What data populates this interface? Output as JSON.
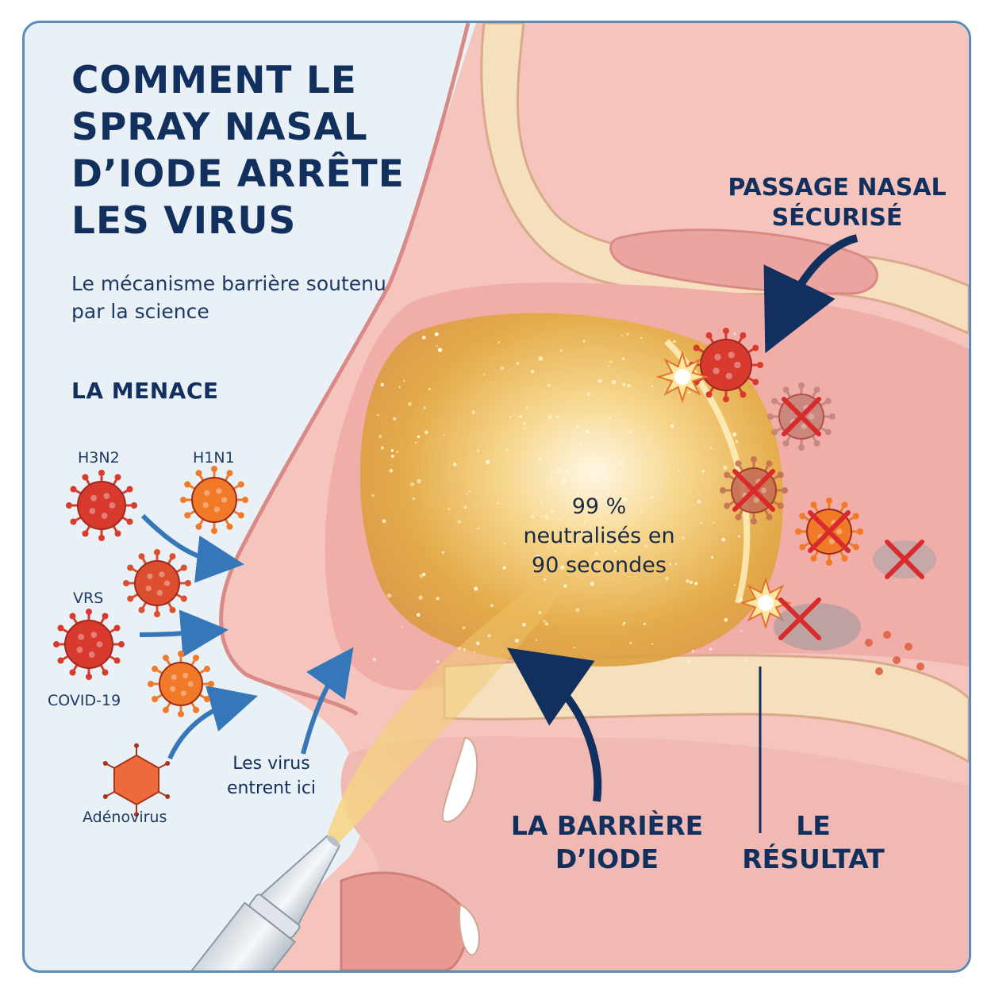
{
  "title": "COMMENT LE SPRAY NASAL D’IODE ARRÊTE LES VIRUS",
  "subtitle": "Le mécanisme barrière soutenu par la science",
  "threat_heading": "LA MENACE",
  "viruses": {
    "h3n2": "H3N2",
    "h1n1": "H1N1",
    "vrs": "VRS",
    "covid": "COVID-19",
    "adeno": "Adénovirus"
  },
  "entry_label": "Les virus entrent ici",
  "stat": {
    "percent": "99 %",
    "line2": "neutralisés en",
    "line3": "90 secondes"
  },
  "barrier_label": "LA BARRIÈRE D’IODE",
  "passage_label": "PASSAGE NASAL SÉCURISÉ",
  "result_label": "LE RÉSULTAT",
  "colors": {
    "navy": "#12305e",
    "tissue": "#f2b3ae",
    "tissue_dark": "#e08a86",
    "cartilage": "#f6dfbd",
    "iodine": "#e2a72f",
    "virus_red": "#d83a2e",
    "virus_orange": "#f07a28",
    "cross": "#d92b2b",
    "arrow_blue": "#3577b8"
  }
}
